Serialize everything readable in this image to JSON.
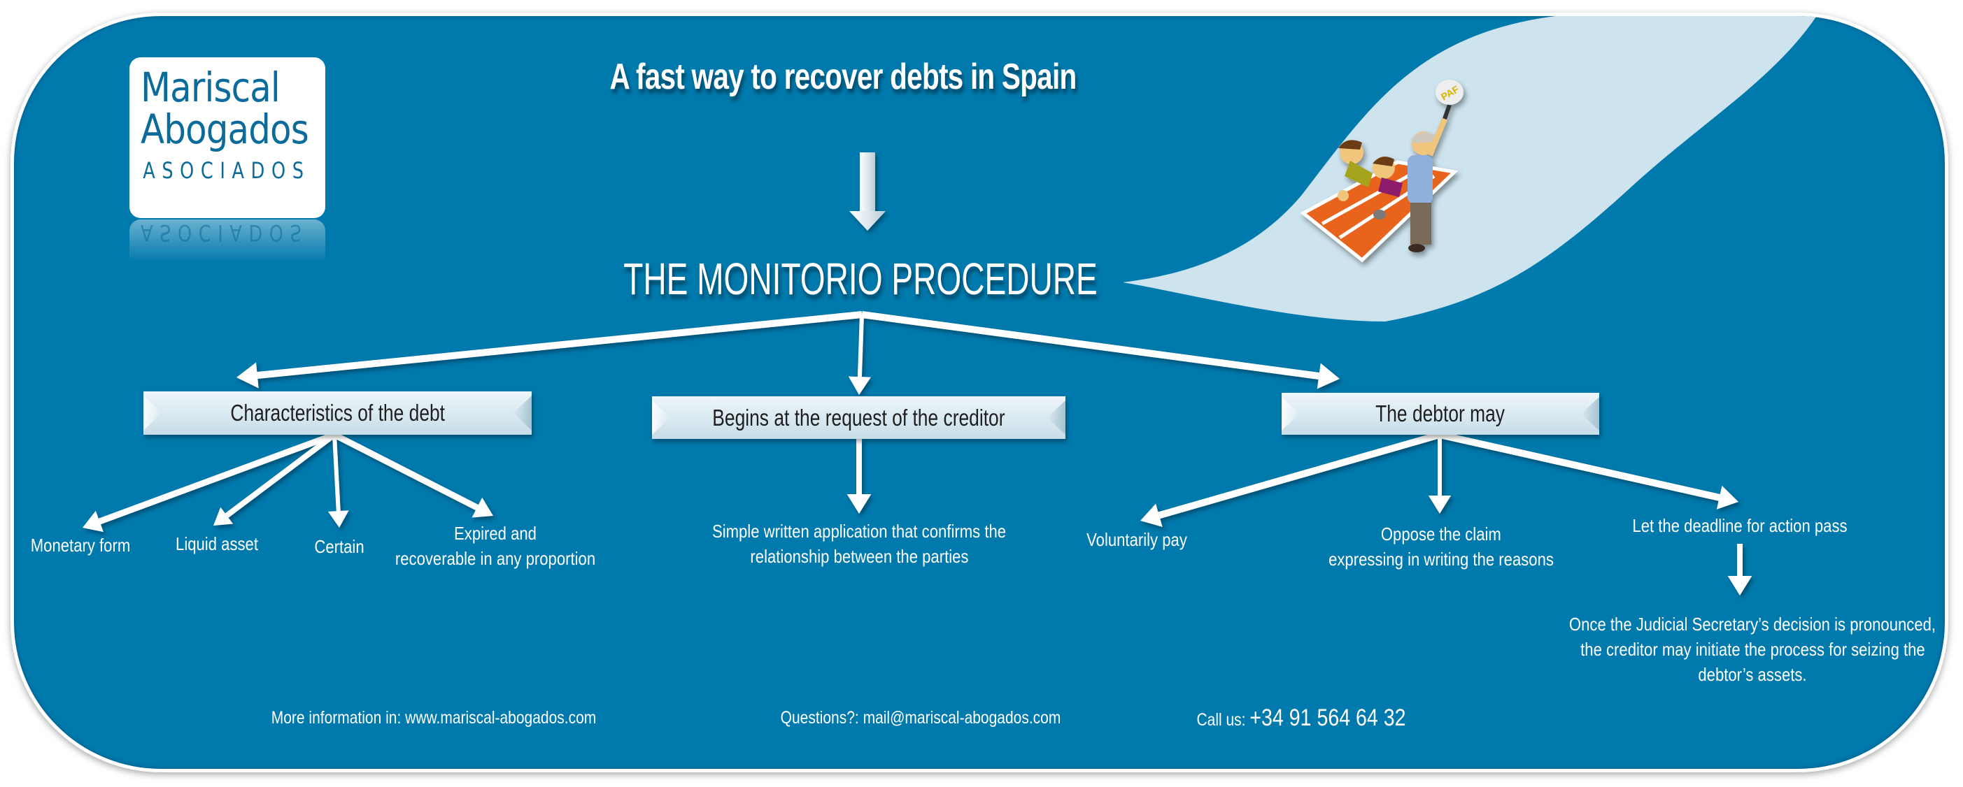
{
  "colors": {
    "panel": "#0079ac",
    "swoosh": "#cde4ef",
    "logo_text": "#0b6b9b",
    "box_text": "#1f1f1f",
    "text": "#ffffff"
  },
  "logo": {
    "line1": "Mariscal",
    "line2": "Abogados",
    "line3": "ASOCIADOS"
  },
  "headline": "A fast way to recover debts in Spain",
  "procedure_title": "THE MONITORIO PROCEDURE",
  "illustration": {
    "description": "Runners at a starting line with a starter holding a pistol",
    "sound_effect": "PAF"
  },
  "branches": [
    {
      "label": "Characteristics of the debt",
      "items": [
        {
          "lines": [
            "Monetary form"
          ]
        },
        {
          "lines": [
            "Liquid asset"
          ]
        },
        {
          "lines": [
            "Certain"
          ]
        },
        {
          "lines": [
            "Expired and",
            "recoverable in any proportion"
          ]
        }
      ]
    },
    {
      "label": "Begins at the request of the creditor",
      "items": [
        {
          "lines": [
            "Simple written application that confirms the",
            "relationship between the parties"
          ]
        }
      ]
    },
    {
      "label": "The debtor may",
      "items": [
        {
          "lines": [
            "Voluntarily pay"
          ]
        },
        {
          "lines": [
            "Oppose the claim",
            "expressing in writing the reasons"
          ]
        },
        {
          "lines": [
            "Let the deadline for action pass"
          ],
          "next": {
            "lines": [
              "Once the Judicial Secretary’s decision is pronounced,",
              "the creditor may initiate the process for seizing the",
              "debtor’s assets."
            ]
          }
        }
      ]
    }
  ],
  "footer": {
    "info_label": "More information in:",
    "website": "www.mariscal-abogados.com",
    "questions_label": "Questions?:",
    "email": "mail@mariscal-abogados.com",
    "call_label": "Call us:",
    "phone": "+34 91 564 64 32"
  }
}
